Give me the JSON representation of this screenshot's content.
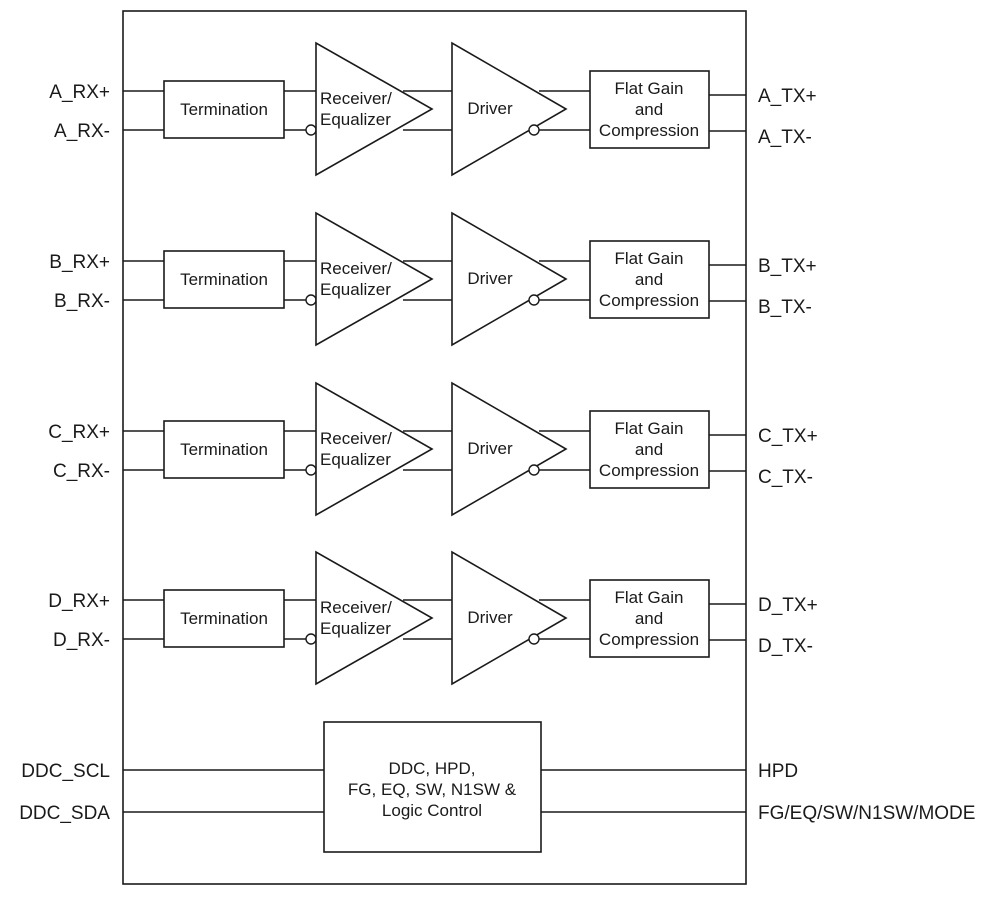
{
  "channels": [
    {
      "rx_plus": "A_RX+",
      "rx_minus": "A_RX-",
      "tx_plus": "A_TX+",
      "tx_minus": "A_TX-",
      "termination": "Termination",
      "receiver": [
        "Receiver/",
        "Equalizer"
      ],
      "driver": "Driver",
      "flat_gain": [
        "Flat Gain",
        "and",
        "Compression"
      ]
    },
    {
      "rx_plus": "B_RX+",
      "rx_minus": "B_RX-",
      "tx_plus": "B_TX+",
      "tx_minus": "B_TX-",
      "termination": "Termination",
      "receiver": [
        "Receiver/",
        "Equalizer"
      ],
      "driver": "Driver",
      "flat_gain": [
        "Flat Gain",
        "and",
        "Compression"
      ]
    },
    {
      "rx_plus": "C_RX+",
      "rx_minus": "C_RX-",
      "tx_plus": "C_TX+",
      "tx_minus": "C_TX-",
      "termination": "Termination",
      "receiver": [
        "Receiver/",
        "Equalizer"
      ],
      "driver": "Driver",
      "flat_gain": [
        "Flat Gain",
        "and",
        "Compression"
      ]
    },
    {
      "rx_plus": "D_RX+",
      "rx_minus": "D_RX-",
      "tx_plus": "D_TX+",
      "tx_minus": "D_TX-",
      "termination": "Termination",
      "receiver": [
        "Receiver/",
        "Equalizer"
      ],
      "driver": "Driver",
      "flat_gain": [
        "Flat Gain",
        "and",
        "Compression"
      ]
    }
  ],
  "control": {
    "lines": [
      "DDC, HPD,",
      "FG, EQ, SW, N1SW &",
      "Logic Control"
    ],
    "left_pins": [
      "DDC_SCL",
      "DDC_SDA"
    ],
    "right_pins": [
      "HPD",
      "FG/EQ/SW/N1SW/MODE"
    ]
  }
}
